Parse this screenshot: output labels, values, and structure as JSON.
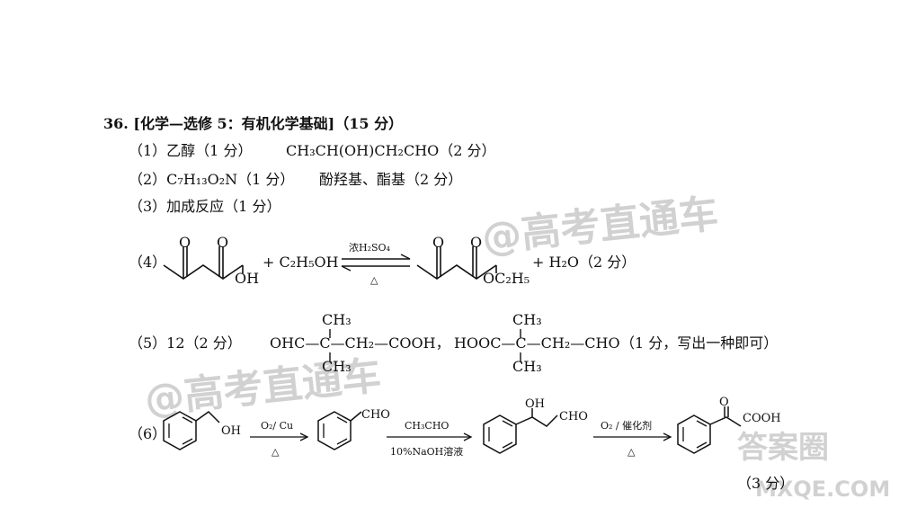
{
  "question": {
    "title": "36. [化学—选修 5：有机化学基础]（15 分）",
    "q1_label": "（1）乙醇（1 分）",
    "q1_formula": "CH₃CH(OH)CH₂CHO（2 分）",
    "q2_label": "（2）C₇H₁₃O₂N（1 分）",
    "q2_groups": "酚羟基、酯基（2 分）",
    "q3": "（3）加成反应（1 分）",
    "q4_label": "（4）",
    "q4_OH": "OH",
    "q4_O1": "O",
    "q4_O2": "O",
    "q4_plus_ethanol": "+ C₂H₅OH",
    "q4_catalyst": "浓H₂SO₄",
    "q4_heat": "△",
    "q4_prod_O1": "O",
    "q4_prod_O2": "O",
    "q4_OC2H5": "OC₂H₅",
    "q4_water": "+ H₂O（2 分）",
    "q5_label": "（5）12（2 分）",
    "q5_a_CH3_top": "CH₃",
    "q5_a_chain": "OHC—C—CH₂—COOH，",
    "q5_a_CH3_bottom": "CH₃",
    "q5_b_CH3_top": "CH₃",
    "q5_b_chain": "HOOC—C—CH₂—CHO",
    "q5_b_CH3_bottom": "CH₃",
    "q5_note": "（1 分，写出一种即可）",
    "q6_label": "（6）",
    "q6_OH1": "OH",
    "q6_reagent1": "O₂/ Cu",
    "q6_heat1": "△",
    "q6_CHO1": "CHO",
    "q6_reagent2": "CH₃CHO",
    "q6_cond2": "10%NaOH溶液",
    "q6_OH2": "OH",
    "q6_CHO2": "CHO",
    "q6_reagent3": "O₂ / 催化剂",
    "q6_heat3": "△",
    "q6_O": "O",
    "q6_COOH": "COOH",
    "q6_score": "（3 分）"
  },
  "watermarks": {
    "wm1": "@高考直通车",
    "wm2": "@高考直通车",
    "wm3": "答案圈",
    "wm4": "MXQE.COM"
  }
}
